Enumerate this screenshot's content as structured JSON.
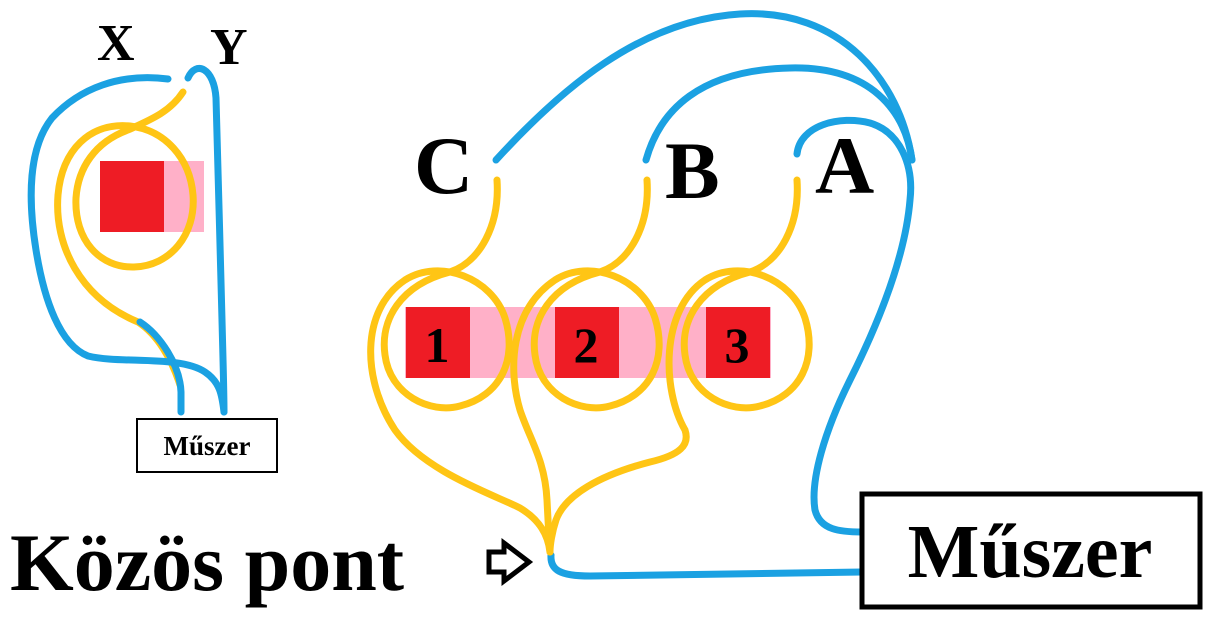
{
  "left": {
    "terminal_x": "X",
    "terminal_y": "Y",
    "meter_label": "Műszer"
  },
  "right": {
    "terminal_c": "C",
    "terminal_b": "B",
    "terminal_a": "A",
    "coil_1": "1",
    "coil_2": "2",
    "coil_3": "3",
    "meter_label": "Műszer",
    "common_point_label": "Közös pont"
  },
  "colors": {
    "blue_wire": "#1ba1e2",
    "yellow_wire": "#ffc515",
    "red_block": "#ee1c25",
    "pink_block": "#ffb0c8"
  }
}
